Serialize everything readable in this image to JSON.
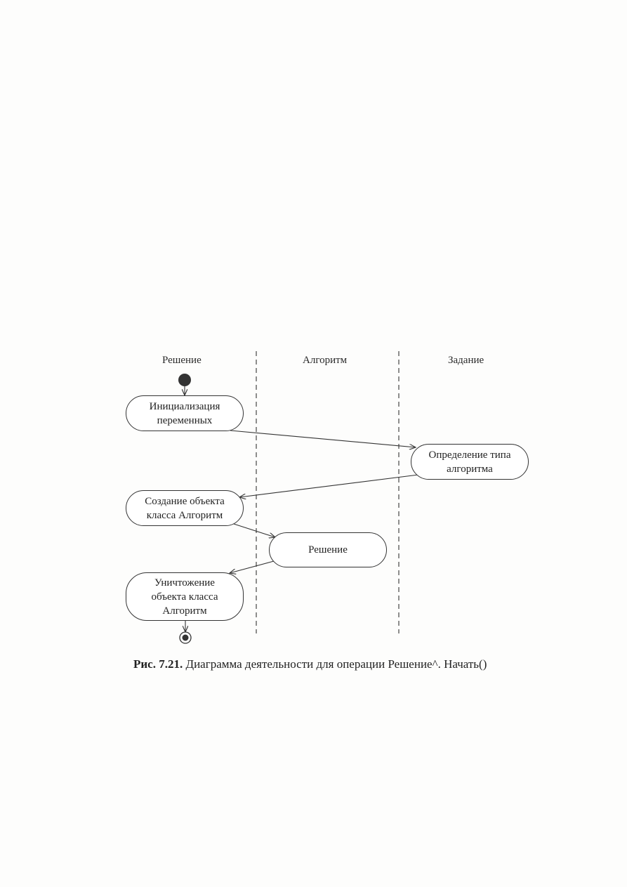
{
  "diagram": {
    "lanes": [
      {
        "id": "reshenie",
        "title": "Решение"
      },
      {
        "id": "algoritm",
        "title": "Алгоритм"
      },
      {
        "id": "zadanie",
        "title": "Задание"
      }
    ],
    "nodes": [
      {
        "id": "init",
        "label": "Инициализация\nпеременных"
      },
      {
        "id": "define",
        "label": "Определение типа\nалгоритма"
      },
      {
        "id": "create",
        "label": "Создание объекта\nкласса Алгоритм"
      },
      {
        "id": "solve",
        "label": "Решение"
      },
      {
        "id": "destroy",
        "label": "Уничтожение\nобъекта класса\nАлгоритм"
      }
    ],
    "caption": {
      "figure_number": "Рис. 7.21.",
      "text": " Диаграмма деятельности для операции Решение^. Начать()"
    }
  }
}
